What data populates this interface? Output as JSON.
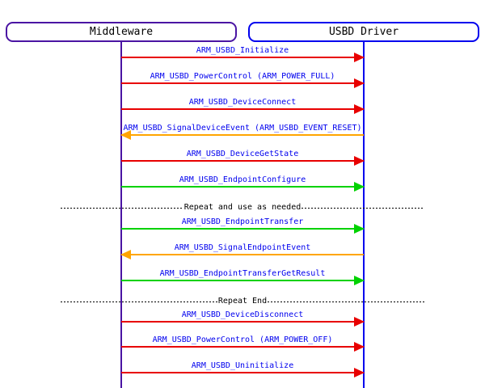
{
  "diagram": {
    "type": "sequence",
    "participants": [
      {
        "name": "Middleware",
        "color": "#4a14a3"
      },
      {
        "name": "USBD Driver",
        "color": "#0000ee"
      }
    ],
    "rows": [
      {
        "kind": "message",
        "label": "ARM_USBD_Initialize",
        "direction": "right",
        "color_name": "red",
        "color": "#e80000"
      },
      {
        "kind": "message",
        "label": "ARM_USBD_PowerControl (ARM_POWER_FULL)",
        "direction": "right",
        "color_name": "red",
        "color": "#e80000"
      },
      {
        "kind": "message",
        "label": "ARM_USBD_DeviceConnect",
        "direction": "right",
        "color_name": "red",
        "color": "#e80000"
      },
      {
        "kind": "message",
        "label": "ARM_USBD_SignalDeviceEvent (ARM_USBD_EVENT_RESET)",
        "direction": "left",
        "color_name": "orange",
        "color": "#ffa500"
      },
      {
        "kind": "message",
        "label": "ARM_USBD_DeviceGetState",
        "direction": "right",
        "color_name": "red",
        "color": "#e80000"
      },
      {
        "kind": "message",
        "label": "ARM_USBD_EndpointConfigure",
        "direction": "right",
        "color_name": "green",
        "color": "#00d200"
      },
      {
        "kind": "divider",
        "label": "Repeat and use as needed"
      },
      {
        "kind": "message",
        "label": "ARM_USBD_EndpointTransfer",
        "direction": "right",
        "color_name": "green",
        "color": "#00d200"
      },
      {
        "kind": "message",
        "label": "ARM_USBD_SignalEndpointEvent",
        "direction": "left",
        "color_name": "orange",
        "color": "#ffa500"
      },
      {
        "kind": "message",
        "label": "ARM_USBD_EndpointTransferGetResult",
        "direction": "right",
        "color_name": "green",
        "color": "#00d200"
      },
      {
        "kind": "divider",
        "label": "Repeat End"
      },
      {
        "kind": "message",
        "label": "ARM_USBD_DeviceDisconnect",
        "direction": "right",
        "color_name": "red",
        "color": "#e80000"
      },
      {
        "kind": "message",
        "label": "ARM_USBD_PowerControl (ARM_POWER_OFF)",
        "direction": "right",
        "color_name": "red",
        "color": "#e80000"
      },
      {
        "kind": "message",
        "label": "ARM_USBD_Uninitialize",
        "direction": "right",
        "color_name": "red",
        "color": "#e80000"
      }
    ],
    "colors": {
      "middleware_lifeline": "#4a14a3",
      "usbd_lifeline": "#0000ee",
      "call_arrow_red": "#e80000",
      "event_arrow_orange": "#ffa500",
      "transfer_arrow_green": "#00d200",
      "label_text_blue": "#0000ee",
      "divider_text_black": "#000000",
      "background": "#ffffff"
    }
  }
}
